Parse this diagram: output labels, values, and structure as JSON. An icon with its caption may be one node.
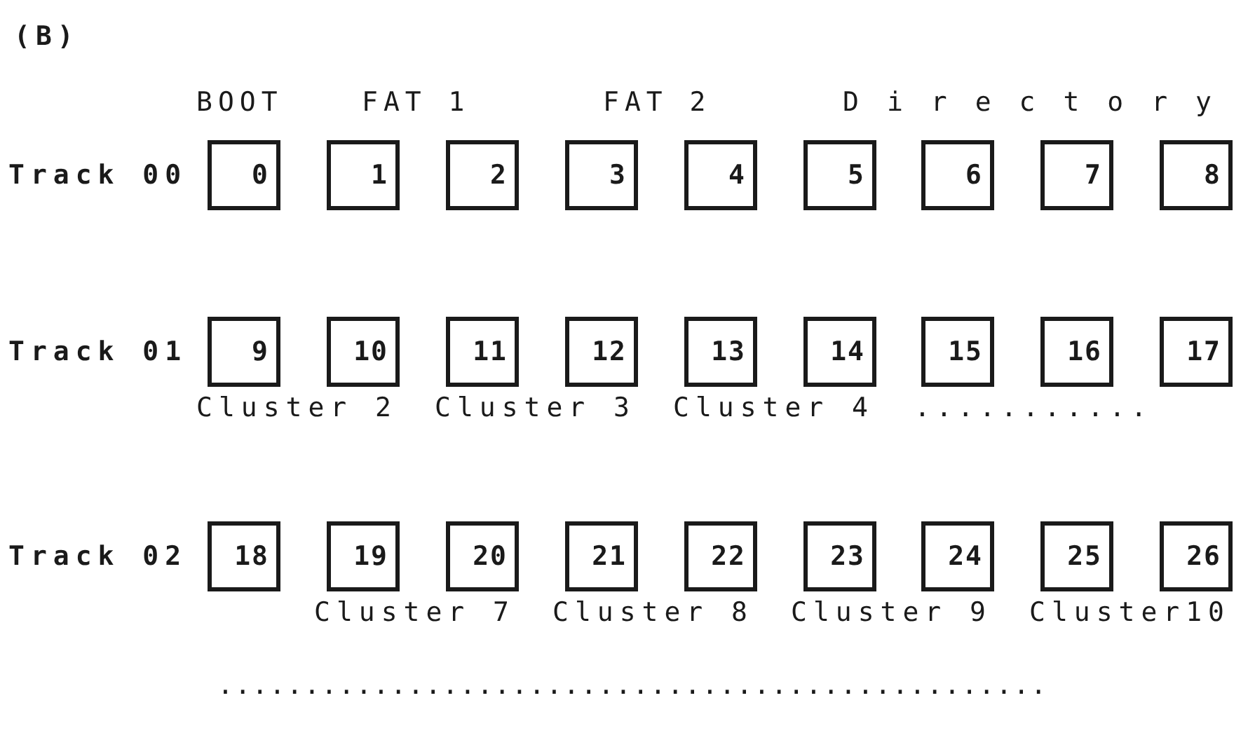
{
  "diagram": {
    "title": "(B)",
    "nodes": [
      {
        "text": [
          "0"
        ]
      },
      {
        "text": [
          "1"
        ]
      },
      {
        "text": [
          "2"
        ]
      },
      {
        "text": [
          "3"
        ]
      },
      {
        "text": [
          "4"
        ]
      },
      {
        "text": [
          "5"
        ]
      },
      {
        "text": [
          "6"
        ]
      },
      {
        "text": [
          "7"
        ]
      },
      {
        "text": [
          "8"
        ]
      },
      {
        "text": [
          "9"
        ]
      },
      {
        "text": [
          "10"
        ]
      },
      {
        "text": [
          "11"
        ]
      },
      {
        "text": [
          "12"
        ]
      },
      {
        "text": [
          "13"
        ]
      },
      {
        "text": [
          "14"
        ]
      },
      {
        "text": [
          "15"
        ]
      },
      {
        "text": [
          "16"
        ]
      },
      {
        "text": [
          "17"
        ]
      },
      {
        "text": [
          "18"
        ]
      },
      {
        "text": [
          "19"
        ]
      },
      {
        "text": [
          "20"
        ]
      },
      {
        "text": [
          "21"
        ]
      },
      {
        "text": [
          "22"
        ]
      },
      {
        "text": [
          "23"
        ]
      },
      {
        "text": [
          "24"
        ]
      },
      {
        "text": [
          "25"
        ]
      },
      {
        "text": [
          "26"
        ]
      }
    ],
    "labels": [
      "BOOT",
      "FAT 1",
      "FAT 2",
      "Directory",
      "Track 00",
      "Track 01",
      "Cluster 2",
      "Cluster 3",
      "Cluster 4",
      "...........",
      "Track 02",
      "Cluster 7",
      "Cluster 8",
      "Cluster 9",
      "Cluster10",
      "................................................"
    ]
  }
}
